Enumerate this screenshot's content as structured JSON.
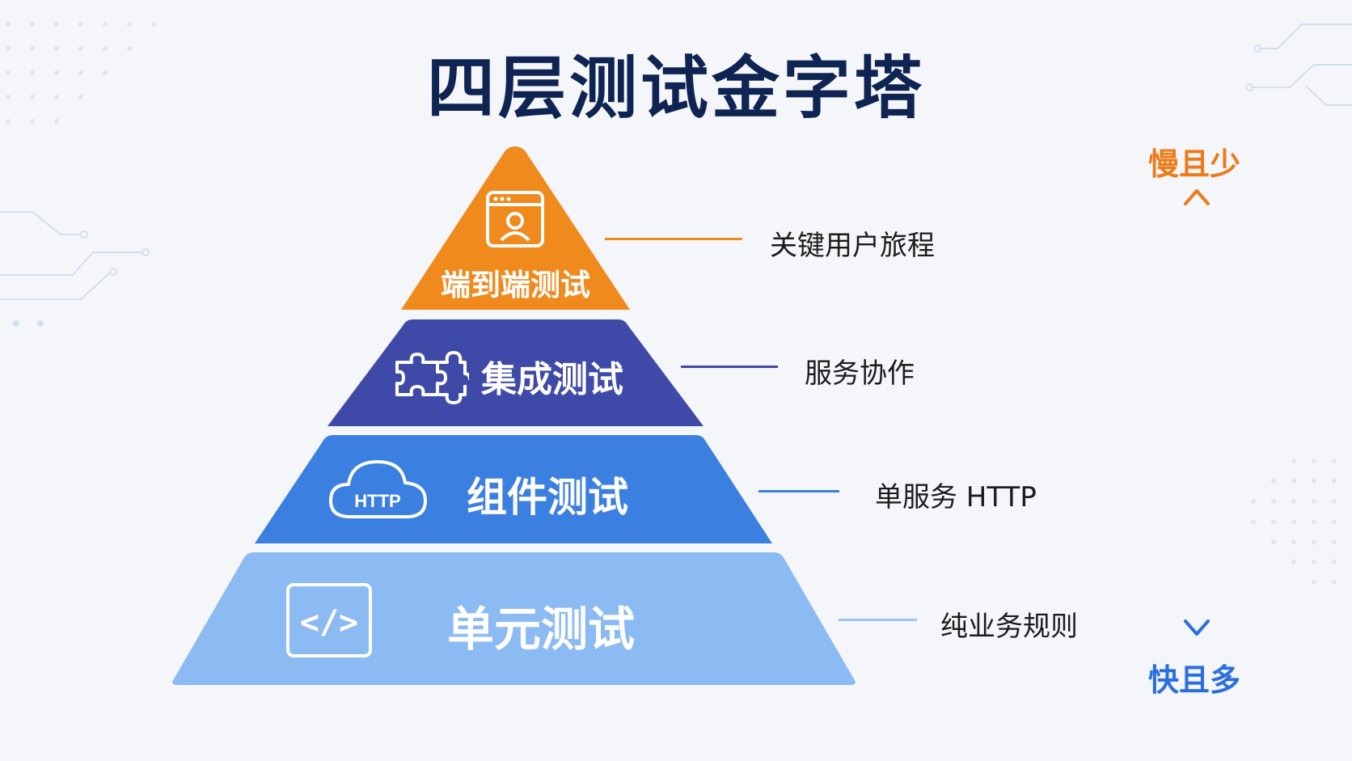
{
  "title": "四层测试金字塔",
  "layers": [
    {
      "label": "端到端测试",
      "icon": "browser-user-icon",
      "color": "#f08a1d",
      "description": "关键用户旅程"
    },
    {
      "label": "集成测试",
      "icon": "puzzle-icon",
      "color": "#3f4aa8",
      "description": "服务协作"
    },
    {
      "label": "组件测试",
      "icon": "cloud-http-icon",
      "icon_text": "HTTP",
      "color": "#3b7fe0",
      "description": "单服务 HTTP"
    },
    {
      "label": "单元测试",
      "icon": "code-icon",
      "icon_text": "</>",
      "color": "#8cbaf3",
      "description": "纯业务规则"
    }
  ],
  "speed_axis": {
    "top_label": "慢且少",
    "bottom_label": "快且多",
    "top_color": "#ee7a1a",
    "bottom_color": "#2a6fe0"
  }
}
